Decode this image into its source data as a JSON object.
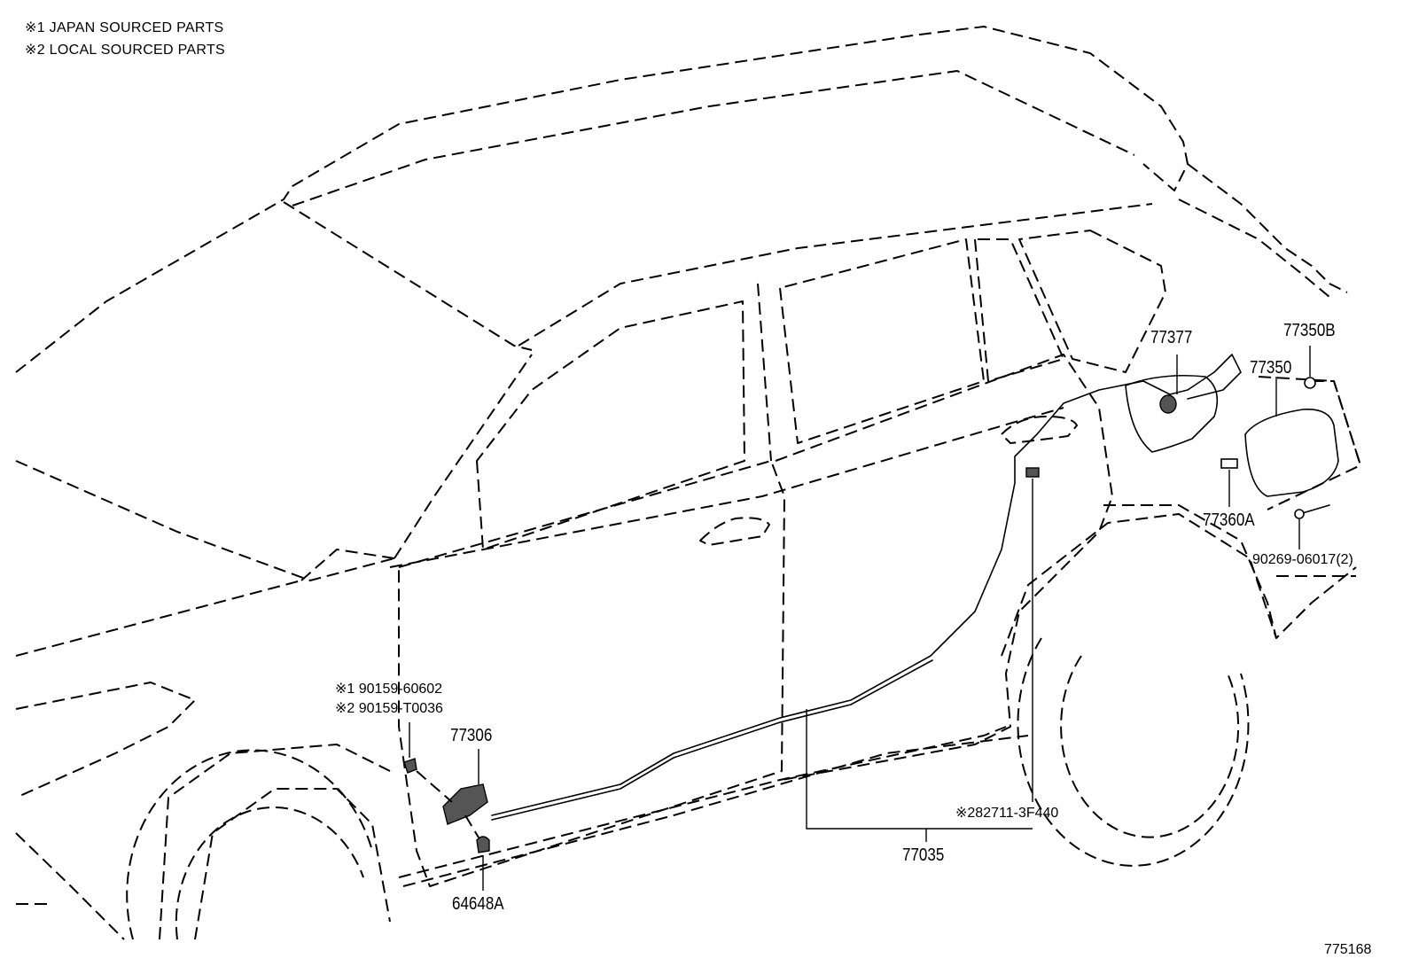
{
  "legend": {
    "note1": "※1 JAPAN SOURCED PARTS",
    "note2": "※2 LOCAL SOURCED PARTS"
  },
  "parts": {
    "p77377": "77377",
    "p77350B": "77350B",
    "p77350": "77350",
    "p77360A": "77360A",
    "p90269": "90269-06017(2)",
    "p90159_jp": "※1 90159-60602",
    "p90159_local": "※2 90159-T0036",
    "p77306": "77306",
    "p64648A": "64648A",
    "p282711": "※282711-3F440",
    "p77035": "77035"
  },
  "figure_id": "775168"
}
